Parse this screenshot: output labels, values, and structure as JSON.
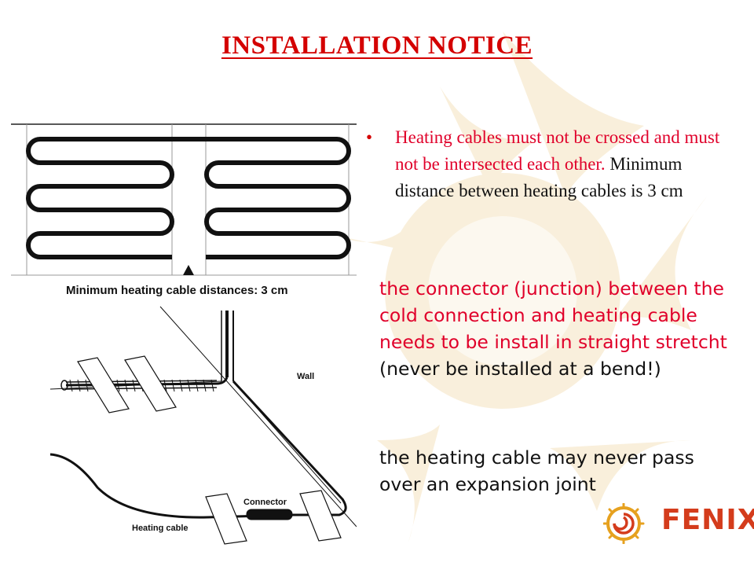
{
  "slide": {
    "title": "INSTALLATION NOTICE",
    "bullet": {
      "red_text": "Heating cables must not be crossed and must not be intersected each other.",
      "black_text": " Minimum distance between heating cables is 3 cm"
    },
    "paragraph1": {
      "red_text": "the connector (junction) between the cold connection and heating cable needs to be install in straight stretcht",
      "black_text": " (never be installed at a bend!)"
    },
    "paragraph2": "the heating cable may never pass over an expansion joint",
    "diagram": {
      "distance_caption": "Minimum heating cable distances: 3 cm",
      "wall_label": "Wall",
      "connector_label": "Connector",
      "heating_cable_label": "Heating cable"
    },
    "logo": {
      "text": "FENIX",
      "icon": "sun-spiral-icon"
    }
  },
  "colors": {
    "title": "#d40000",
    "red_text": "#e0002a",
    "logo": "#d43c1c",
    "sun_bg": "#f6e7c4"
  }
}
